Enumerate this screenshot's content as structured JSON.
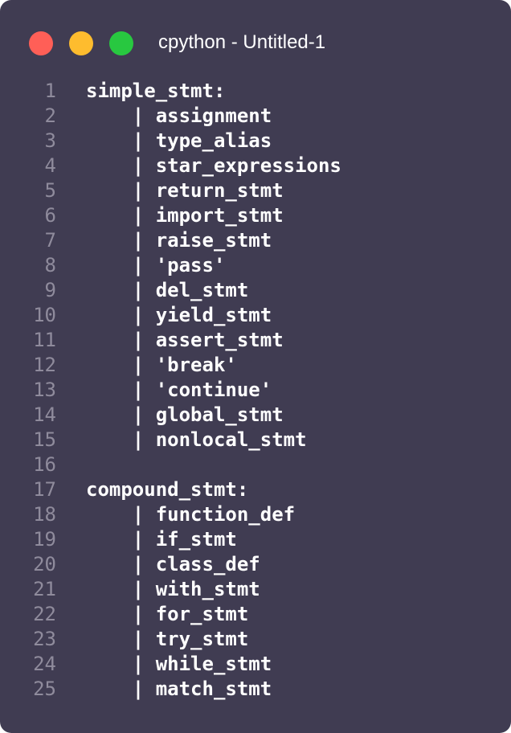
{
  "window": {
    "title": "cpython - Untitled-1",
    "colors": {
      "background": "#403c52",
      "close": "#ff5f57",
      "minimize": "#febc2e",
      "zoom": "#28c840",
      "line_number": "#8f8b9c",
      "code_text": "#ffffff"
    }
  },
  "editor": {
    "lines": [
      {
        "num": "1",
        "text": "simple_stmt:"
      },
      {
        "num": "2",
        "text": "    | assignment"
      },
      {
        "num": "3",
        "text": "    | type_alias"
      },
      {
        "num": "4",
        "text": "    | star_expressions"
      },
      {
        "num": "5",
        "text": "    | return_stmt"
      },
      {
        "num": "6",
        "text": "    | import_stmt"
      },
      {
        "num": "7",
        "text": "    | raise_stmt"
      },
      {
        "num": "8",
        "text": "    | 'pass'"
      },
      {
        "num": "9",
        "text": "    | del_stmt"
      },
      {
        "num": "10",
        "text": "    | yield_stmt"
      },
      {
        "num": "11",
        "text": "    | assert_stmt"
      },
      {
        "num": "12",
        "text": "    | 'break'"
      },
      {
        "num": "13",
        "text": "    | 'continue'"
      },
      {
        "num": "14",
        "text": "    | global_stmt"
      },
      {
        "num": "15",
        "text": "    | nonlocal_stmt"
      },
      {
        "num": "16",
        "text": ""
      },
      {
        "num": "17",
        "text": "compound_stmt:"
      },
      {
        "num": "18",
        "text": "    | function_def"
      },
      {
        "num": "19",
        "text": "    | if_stmt"
      },
      {
        "num": "20",
        "text": "    | class_def"
      },
      {
        "num": "21",
        "text": "    | with_stmt"
      },
      {
        "num": "22",
        "text": "    | for_stmt"
      },
      {
        "num": "23",
        "text": "    | try_stmt"
      },
      {
        "num": "24",
        "text": "    | while_stmt"
      },
      {
        "num": "25",
        "text": "    | match_stmt"
      }
    ]
  }
}
